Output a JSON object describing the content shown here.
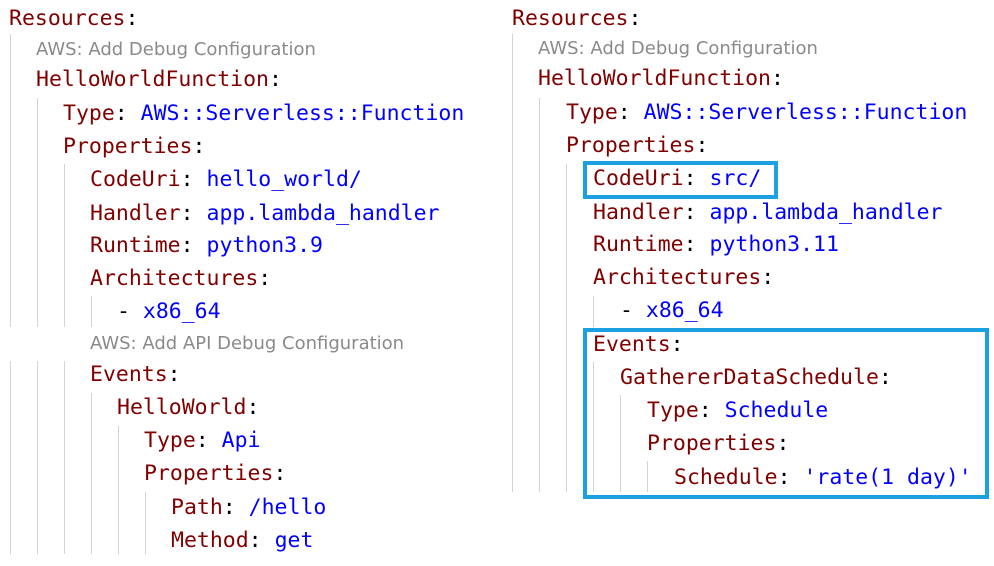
{
  "left": {
    "resources_key": "Resources",
    "code_lens_debug": "AWS: Add Debug Configuration",
    "function_key": "HelloWorldFunction",
    "type_key": "Type",
    "type_value": "AWS::Serverless::Function",
    "properties_key": "Properties",
    "codeuri_key": "CodeUri",
    "codeuri_value": "hello_world/",
    "handler_key": "Handler",
    "handler_value": "app.lambda_handler",
    "runtime_key": "Runtime",
    "runtime_value": "python3.9",
    "architectures_key": "Architectures",
    "arch_dash": "-",
    "arch_value": "x86_64",
    "code_lens_api_debug": "AWS: Add API Debug Configuration",
    "events_key": "Events",
    "event_name_key": "HelloWorld",
    "event_type_key": "Type",
    "event_type_value": "Api",
    "event_properties_key": "Properties",
    "path_key": "Path",
    "path_value": "/hello",
    "method_key": "Method",
    "method_value": "get"
  },
  "right": {
    "resources_key": "Resources",
    "code_lens_debug": "AWS: Add Debug Configuration",
    "function_key": "HelloWorldFunction",
    "type_key": "Type",
    "type_value": "AWS::Serverless::Function",
    "properties_key": "Properties",
    "codeuri_key": "CodeUri",
    "codeuri_value": "src/",
    "handler_key": "Handler",
    "handler_value": "app.lambda_handler",
    "runtime_key": "Runtime",
    "runtime_value": "python3.11",
    "architectures_key": "Architectures",
    "arch_dash": "-",
    "arch_value": "x86_64",
    "events_key": "Events",
    "event_name_key": "GathererDataSchedule",
    "event_type_key": "Type",
    "event_type_value": "Schedule",
    "event_properties_key": "Properties",
    "schedule_key": "Schedule",
    "schedule_value": "'rate(1 day)'"
  },
  "colors": {
    "key": "#800000",
    "value": "#0000ff",
    "code_lens": "#8a8a8a",
    "highlight": "#1ba1e2"
  }
}
